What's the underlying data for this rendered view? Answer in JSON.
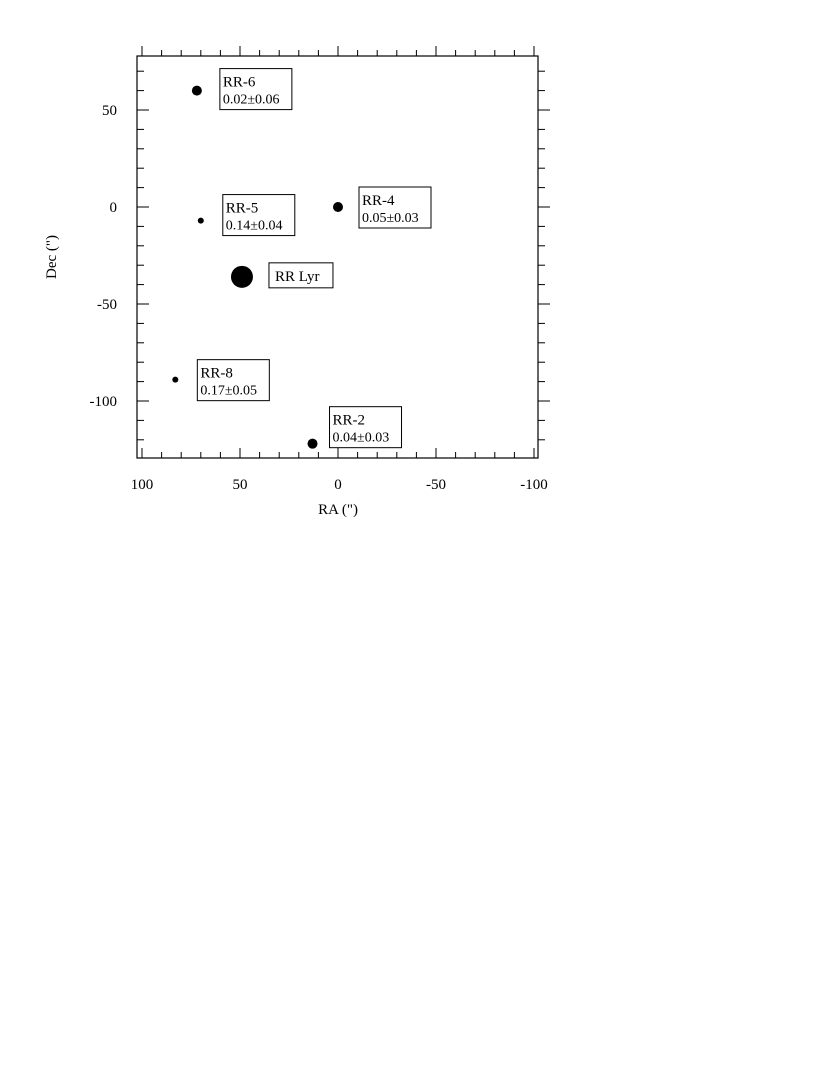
{
  "chart_data": {
    "type": "scatter",
    "title": "",
    "xlabel": "RA (\")",
    "ylabel": "Dec (\")",
    "xlim": [
      100,
      -100
    ],
    "ylim": [
      -128,
      78
    ],
    "x_reversed": true,
    "x_ticks": [
      100,
      50,
      0,
      -50,
      -100
    ],
    "x_tick_labels": [
      "100",
      "50",
      "0",
      "-50",
      "-100"
    ],
    "y_ticks": [
      50,
      0,
      -50,
      -100
    ],
    "y_tick_labels": [
      "50",
      "0",
      "-50",
      "-100"
    ],
    "grid": false,
    "points": [
      {
        "id": "rr-6",
        "name": "RR-6",
        "value": "0.02±0.06",
        "x": 72,
        "y": 60,
        "size": "medium"
      },
      {
        "id": "rr-5",
        "name": "RR-5",
        "value": "0.14±0.04",
        "x": 70,
        "y": -7,
        "size": "small"
      },
      {
        "id": "rr-4",
        "name": "RR-4",
        "value": "0.05±0.03",
        "x": 0,
        "y": 0,
        "size": "medium"
      },
      {
        "id": "rr-lyr",
        "name": "RR Lyr",
        "value": "",
        "x": 49,
        "y": -36,
        "size": "large"
      },
      {
        "id": "rr-8",
        "name": "RR-8",
        "value": "0.17±0.05",
        "x": 83,
        "y": -89,
        "size": "small"
      },
      {
        "id": "rr-2",
        "name": "RR-2",
        "value": "0.04±0.03",
        "x": 13,
        "y": -122,
        "size": "medium"
      }
    ]
  }
}
